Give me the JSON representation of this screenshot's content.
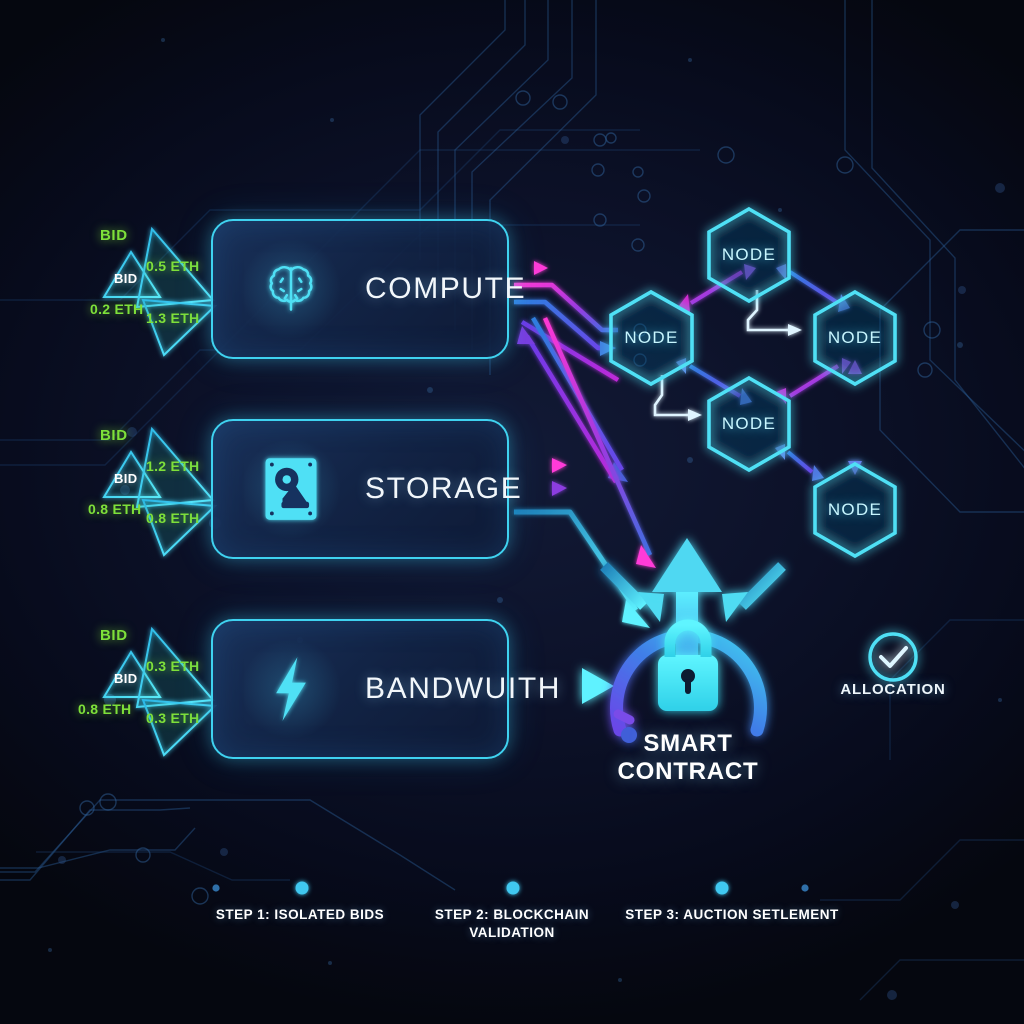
{
  "resources": [
    {
      "id": "compute",
      "label": "COMPUTE",
      "icon": "brain-icon",
      "bid_badge": "BID",
      "bid_core": "BID",
      "bids": [
        "0.5 ETH",
        "0.2 ETH",
        "1.3 ETH"
      ]
    },
    {
      "id": "storage",
      "label": "STORAGE",
      "icon": "hard-drive-icon",
      "bid_badge": "BID",
      "bid_core": "BID",
      "bids": [
        "1.2 ETH",
        "0.8 ETH",
        "0.8 ETH"
      ]
    },
    {
      "id": "bandwidth",
      "label": "BANDWUITH",
      "icon": "lightning-bolt-icon",
      "bid_badge": "BID",
      "bid_core": "BID",
      "bids": [
        "0.3 ETH",
        "0.8 ETH",
        "0.3 ETH"
      ]
    }
  ],
  "network": {
    "nodes": [
      {
        "id": "node-top",
        "label": "NODE"
      },
      {
        "id": "node-left",
        "label": "NODE"
      },
      {
        "id": "node-right",
        "label": "NODE"
      },
      {
        "id": "node-center",
        "label": "NODE"
      },
      {
        "id": "node-bottom",
        "label": "NODE"
      }
    ]
  },
  "smart_contract": {
    "label_line1": "SMART",
    "label_line2": "CONTRACT",
    "icon": "lock-icon"
  },
  "allocation": {
    "label": "ALLOCATION",
    "icon": "check-circle-icon"
  },
  "steps": [
    {
      "id": "step-1",
      "label": "STEP 1: ISOLATED BIDS"
    },
    {
      "id": "step-2",
      "label": "STEP 2: BLOCKCHAIN\nVALIDATION"
    },
    {
      "id": "step-3",
      "label": "STEP 3: AUCTION SETLEMENT"
    }
  ],
  "colors": {
    "background": "#0a0f24",
    "card_border": "#3fd2f0",
    "accent_cyan": "#3fd2f0",
    "accent_magenta": "#e028c8",
    "accent_purple": "#7a3ce0",
    "accent_blue": "#3f6fe0",
    "bid_green": "#7ee03a",
    "node_stroke": "#4fe0f5",
    "text_primary": "#ffffff"
  }
}
